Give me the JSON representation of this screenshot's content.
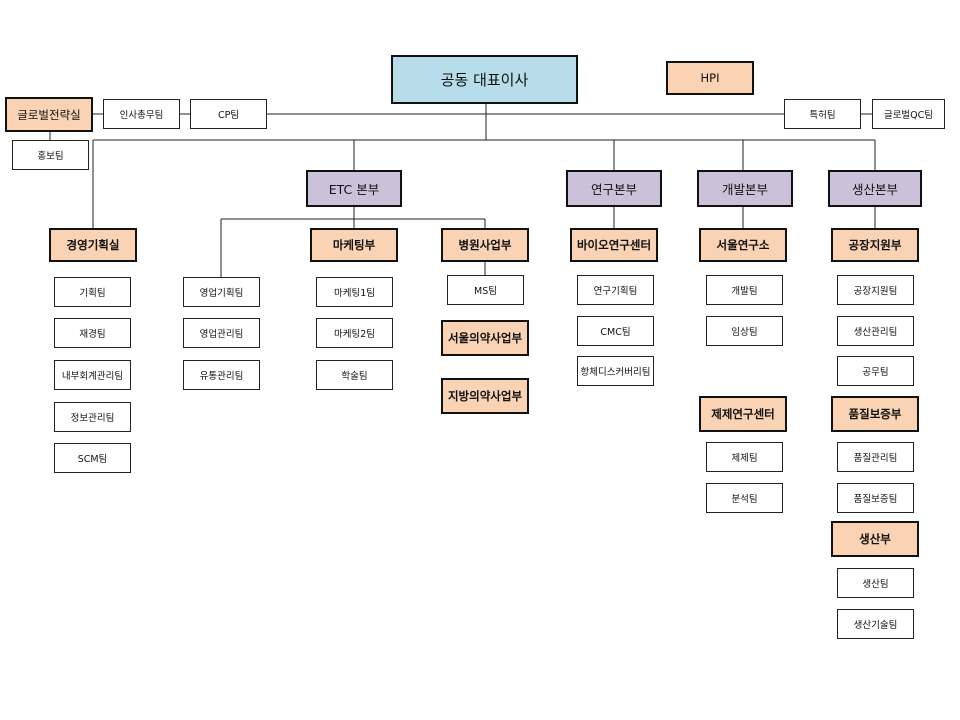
{
  "ceo": {
    "label": "공동 대표이사"
  },
  "hpi": {
    "label": "HPI"
  },
  "staff": {
    "global_strategy": "글로벌전략실",
    "pr_team": "홍보팀",
    "hr_admin_team": "인사총무팀",
    "cp_team": "CP팀",
    "patent_team": "특허팀",
    "global_qc_team": "글로벌QC팀"
  },
  "management_office": {
    "label": "경영기획실",
    "teams": [
      "기획팀",
      "재경팀",
      "내부회계관리팀",
      "정보관리팀",
      "SCM팀"
    ]
  },
  "etc_division": {
    "label": "ETC 본부",
    "sales_teams": [
      "영업기획팀",
      "영업관리팀",
      "유통관리팀"
    ],
    "marketing": {
      "label": "마케팅부",
      "teams": [
        "마케팅1팀",
        "마케팅2팀",
        "학술팀"
      ]
    },
    "hospital": {
      "label": "병원사업부",
      "teams": [
        "MS팀"
      ]
    },
    "seoul_clinic": {
      "label": "서울의약사업부"
    },
    "regional_clinic": {
      "label": "지방의약사업부"
    }
  },
  "research_division": {
    "label": "연구본부",
    "bio_center": {
      "label": "바이오연구센터",
      "teams": [
        "연구기획팀",
        "CMC팀",
        "항체디스커버리팀"
      ]
    }
  },
  "development_division": {
    "label": "개발본부",
    "seoul_lab": {
      "label": "서울연구소",
      "teams": [
        "개발팀",
        "임상팀"
      ]
    },
    "formulation_center": {
      "label": "제제연구센터",
      "teams": [
        "제제팀",
        "분석팀"
      ]
    }
  },
  "production_division": {
    "label": "생산본부",
    "plant_support": {
      "label": "공장지원부",
      "teams": [
        "공장지원팀",
        "생산관리팀",
        "공무팀"
      ]
    },
    "quality": {
      "label": "품질보증부",
      "teams": [
        "품질관리팀",
        "품질보증팀"
      ]
    },
    "production": {
      "label": "생산부",
      "teams": [
        "생산팀",
        "생산기술팀"
      ]
    }
  }
}
